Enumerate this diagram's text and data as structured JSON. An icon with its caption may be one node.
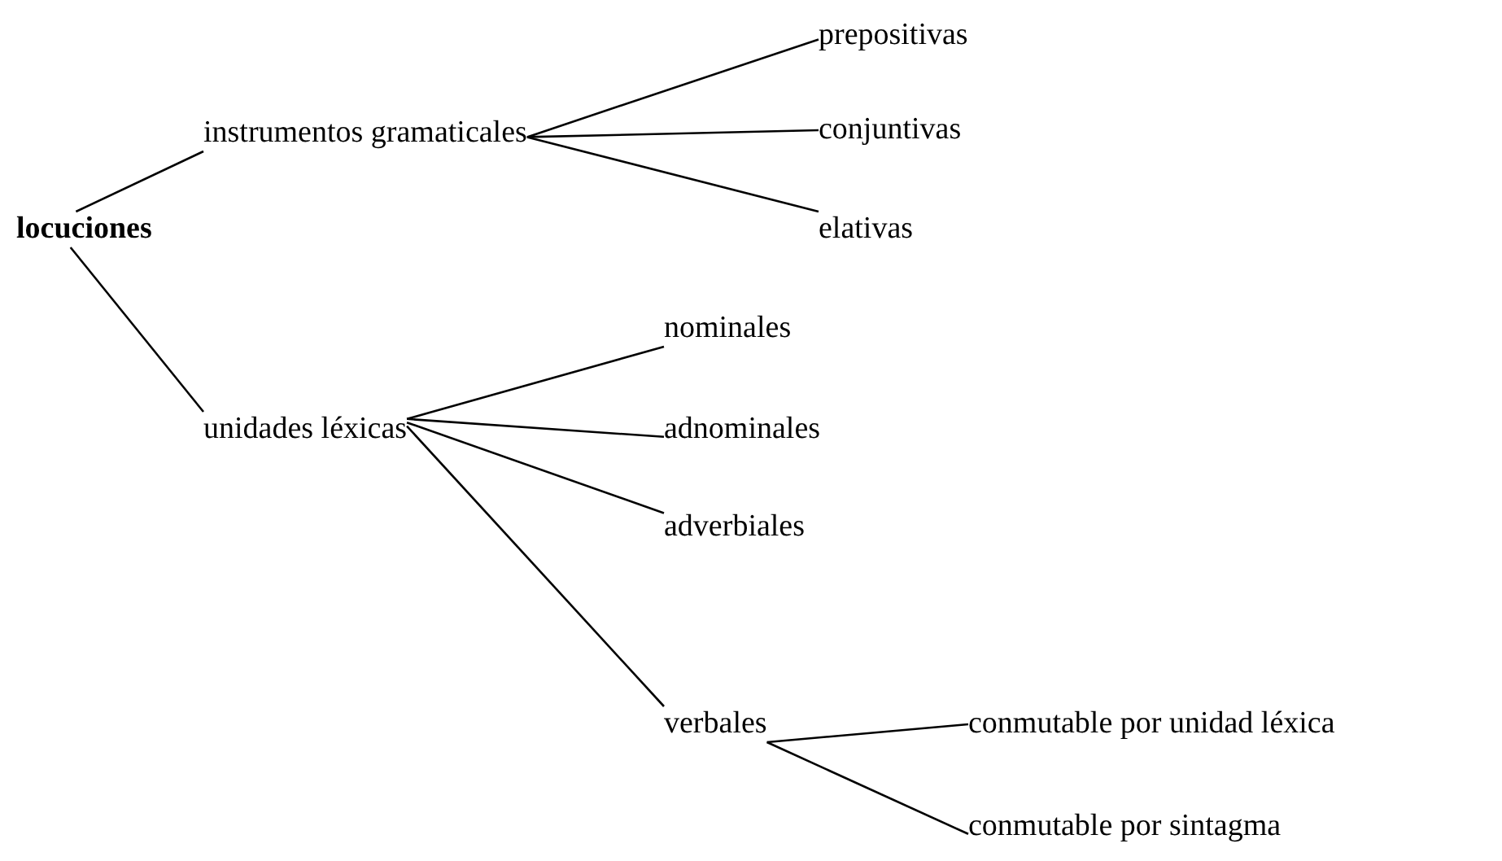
{
  "diagram": {
    "nodes": [
      {
        "text": [
          "locuciones"
        ]
      },
      {
        "text": [
          "instrumentos gramaticales"
        ]
      },
      {
        "text": [
          "prepositivas"
        ]
      },
      {
        "text": [
          "conjuntivas"
        ]
      },
      {
        "text": [
          "elativas"
        ]
      },
      {
        "text": [
          "unidades léxicas"
        ]
      },
      {
        "text": [
          "nominales"
        ]
      },
      {
        "text": [
          "adnominales"
        ]
      },
      {
        "text": [
          "adverbiales"
        ]
      },
      {
        "text": [
          "verbales"
        ]
      },
      {
        "text": [
          "conmutable por unidad léxica"
        ]
      },
      {
        "text": [
          "conmutable por sintagma"
        ]
      }
    ],
    "edges": [
      {
        "from": 0,
        "to": 1,
        "arrow": "none"
      },
      {
        "from": 0,
        "to": 5,
        "arrow": "none"
      },
      {
        "from": 1,
        "to": 2,
        "arrow": "none"
      },
      {
        "from": 1,
        "to": 3,
        "arrow": "none"
      },
      {
        "from": 1,
        "to": 4,
        "arrow": "none"
      },
      {
        "from": 5,
        "to": 6,
        "arrow": "none"
      },
      {
        "from": 5,
        "to": 7,
        "arrow": "none"
      },
      {
        "from": 5,
        "to": 8,
        "arrow": "none"
      },
      {
        "from": 5,
        "to": 9,
        "arrow": "none"
      },
      {
        "from": 9,
        "to": 10,
        "arrow": "none"
      },
      {
        "from": 9,
        "to": 11,
        "arrow": "none"
      }
    ]
  }
}
